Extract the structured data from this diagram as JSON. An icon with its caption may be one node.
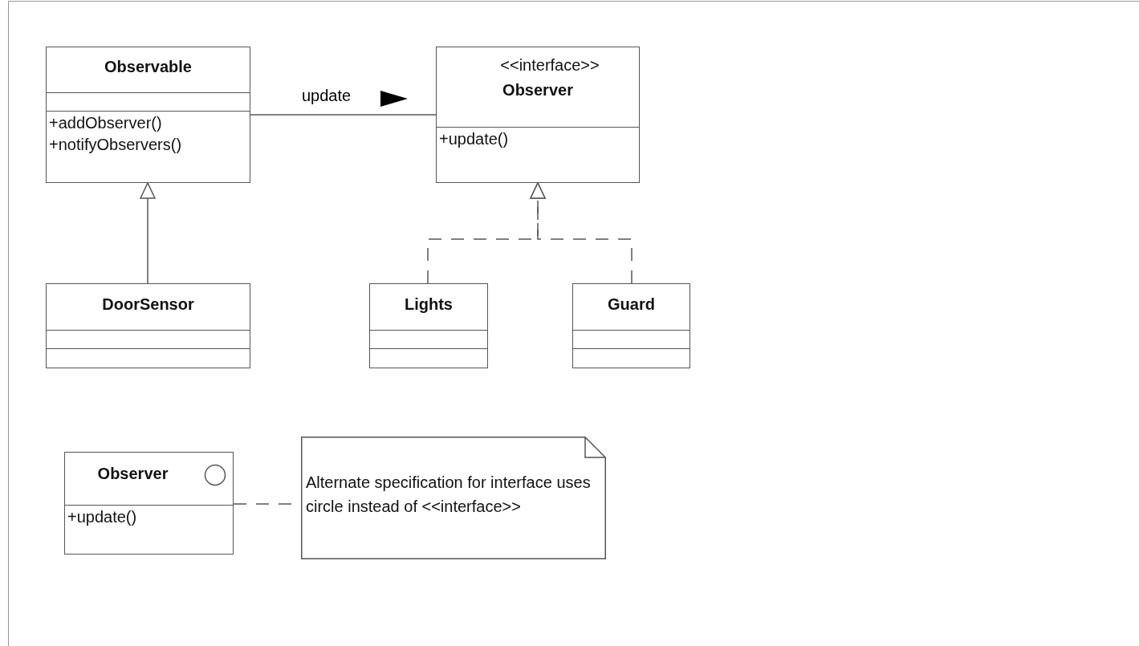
{
  "diagram": {
    "nodes": [
      {
        "text": [
          "Observable",
          "+addObserver()",
          "+notifyObservers()"
        ]
      },
      {
        "text": [
          "<<interface>>",
          "Observer",
          "+update()"
        ]
      },
      {
        "text": [
          "DoorSensor"
        ]
      },
      {
        "text": [
          "Lights"
        ]
      },
      {
        "text": [
          "Guard"
        ]
      },
      {
        "text": [
          "Observer",
          "+update()"
        ]
      },
      {
        "text": [
          "Alternate specification for interface uses circle instead of <<interface>>"
        ]
      }
    ],
    "edges": [
      {
        "from": 0,
        "to": 1,
        "arrow": "none",
        "label": "update"
      },
      {
        "from": 2,
        "to": 0,
        "arrow": "to"
      },
      {
        "from": 3,
        "to": 1,
        "arrow": "to",
        "style": "dashed"
      },
      {
        "from": 4,
        "to": 1,
        "arrow": "to",
        "style": "dashed"
      },
      {
        "from": 5,
        "to": 6,
        "arrow": "none",
        "style": "dashed"
      }
    ]
  }
}
